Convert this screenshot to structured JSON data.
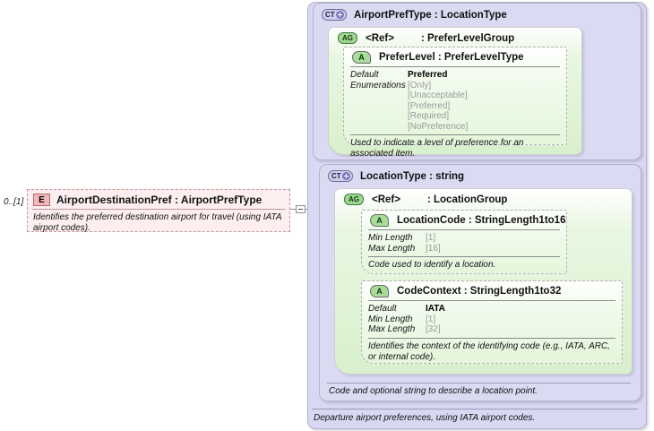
{
  "diagram": {
    "title": "XSD structure diagram",
    "colors": {
      "element_fill": "#fdeff0",
      "element_badge": "#f4b8bc",
      "complextype_fill": "#d8d8f2",
      "attributegroup_fill": "#d8f0cd",
      "attribute_fill": "#e4f6db",
      "connector": "#888899"
    }
  },
  "element": {
    "cardinality": "0..[1]",
    "badge": "E",
    "badge_icon": "element-badge-icon",
    "title": "AirportDestinationPref : AirportPrefType",
    "description": "Identifies the preferred destination airport for travel (using IATA airport codes).",
    "toggle": {
      "icon": "collapse-minus-icon",
      "state": "expanded"
    }
  },
  "complex_types": [
    {
      "badge": "CT",
      "badge_icon": "complextype-expand-icon",
      "title": "AirportPrefType : LocationType",
      "attribute_group": {
        "badge": "AG",
        "badge_icon": "attributegroup-badge-icon",
        "ref_label": "<Ref>",
        "title": ": PreferLevelGroup",
        "attributes": [
          {
            "badge": "A",
            "badge_icon": "attribute-badge-icon",
            "title": "PreferLevel : PreferLevelType",
            "facets": [
              {
                "name": "Default",
                "value": "Preferred",
                "strong": true
              },
              {
                "name": "Enumerations",
                "value": "[Only]",
                "strong": false
              },
              {
                "name": "",
                "value": "[Unacceptable]",
                "strong": false
              },
              {
                "name": "",
                "value": "[Preferred]",
                "strong": false
              },
              {
                "name": "",
                "value": "[Required]",
                "strong": false
              },
              {
                "name": "",
                "value": "[NoPreference]",
                "strong": false
              }
            ],
            "description": "Used to indicate a level of preference for an associated item."
          }
        ]
      }
    },
    {
      "badge": "CT",
      "badge_icon": "complextype-expand-icon",
      "title": "LocationType : string",
      "attribute_group": {
        "badge": "AG",
        "badge_icon": "attributegroup-badge-icon",
        "ref_label": "<Ref>",
        "title": ": LocationGroup",
        "attributes": [
          {
            "badge": "A",
            "badge_icon": "attribute-badge-icon",
            "title": "LocationCode : StringLength1to16",
            "facets": [
              {
                "name": "Min Length",
                "value": "[1]",
                "strong": false
              },
              {
                "name": "Max Length",
                "value": "[16]",
                "strong": false
              }
            ],
            "description": "Code used to identify a location."
          },
          {
            "badge": "A",
            "badge_icon": "attribute-badge-icon",
            "title": "CodeContext : StringLength1to32",
            "facets": [
              {
                "name": "Default",
                "value": "IATA",
                "strong": true
              },
              {
                "name": "Min Length",
                "value": "[1]",
                "strong": false
              },
              {
                "name": "Max Length",
                "value": "[32]",
                "strong": false
              }
            ],
            "description": "Identifies the context of the identifying code (e.g., IATA, ARC, or internal code)."
          }
        ]
      },
      "description": "Code and optional string to describe a location point."
    }
  ],
  "outer_description": "Departure airport preferences, using IATA airport codes."
}
